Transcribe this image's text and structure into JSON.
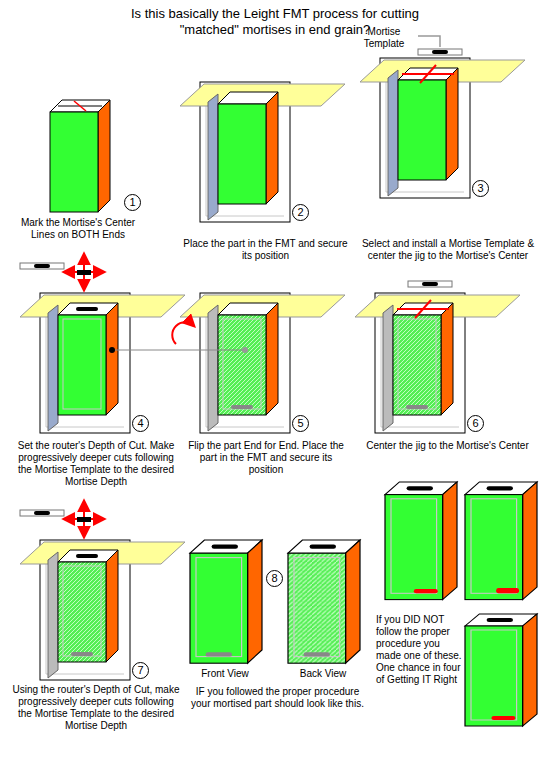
{
  "diagram": {
    "title": "Is this basically the Leight FMT process for cutting \"matched\" mortises in end grain?",
    "labels": [
      "Mortise Template",
      "1",
      "Mark the Mortise's Center Lines on BOTH Ends",
      "2",
      "Place the part in the FMT and secure its position",
      "3",
      "Select and install a Mortise Template & center the jig to the Mortise's Center",
      "4",
      "Set the router's Depth of Cut. Make progressively deeper cuts following the Mortise Template to the desired Mortise Depth",
      "5",
      "Flip the part End for End. Place the part in the FMT and secure its position",
      "6",
      "Center the jig to the Mortise's Center",
      "7",
      "Using the router's Depth of Cut, make progressively deeper cuts following the Mortise Template to the desired Mortise Depth",
      "8",
      "Front View",
      "Back View",
      "IF you followed the proper procedure your mortised part should look like this.",
      "If you DID NOT follow the proper procedure you made one of these. One chance in four of Getting IT Right"
    ]
  }
}
